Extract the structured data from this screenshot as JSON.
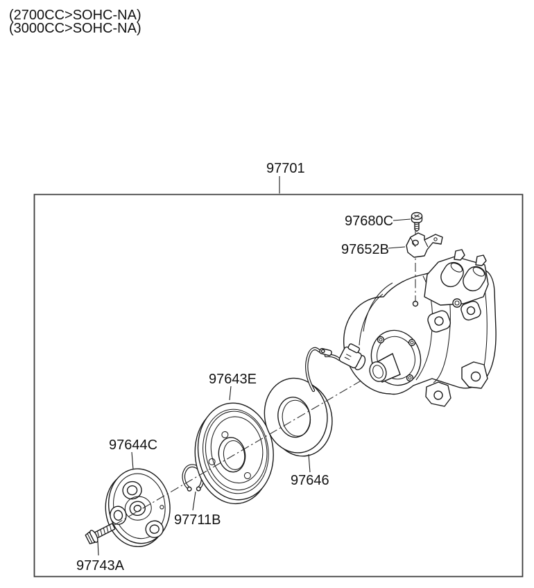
{
  "drawing": {
    "variant_note_line1": "(2700CC>SOHC-NA)",
    "variant_note_line2": "(3000CC>SOHC-NA)",
    "assembly_code": "97701",
    "ink_color": "#1a1a1a",
    "parts": [
      {
        "code": "97680C"
      },
      {
        "code": "97652B"
      },
      {
        "code": "97643E"
      },
      {
        "code": "97646"
      },
      {
        "code": "97644C"
      },
      {
        "code": "97711B"
      },
      {
        "code": "97743A"
      }
    ]
  }
}
